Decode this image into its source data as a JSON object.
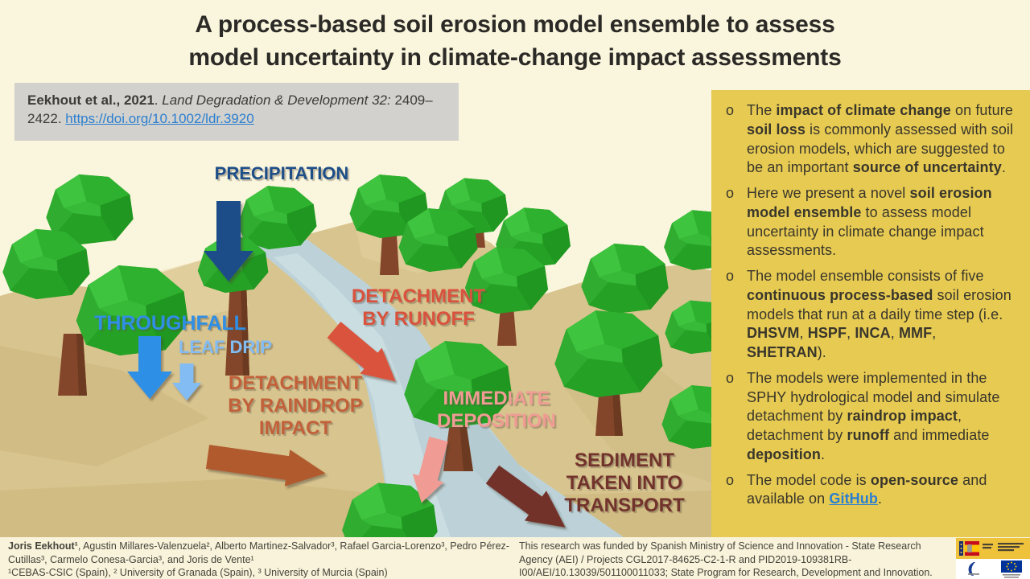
{
  "title": {
    "line1": "A process-based soil erosion model ensemble to assess",
    "line2": "model uncertainty in climate-change impact assessments"
  },
  "citation": {
    "segments": [
      {
        "t": "Eekhout et al., 2021",
        "b": true
      },
      {
        "t": ". "
      },
      {
        "t": "Land Degradation & Development 32:",
        "i": true
      },
      {
        "t": " 2409–2422. "
      },
      {
        "t": "https://doi.org/10.1002/ldr.3920",
        "link": true,
        "n": "doi-link"
      }
    ]
  },
  "scene": {
    "labels": {
      "precipitation": "PRECIPITATION",
      "throughfall": "THROUGHFALL",
      "leaf_drip": "LEAF DRIP",
      "detachment_runoff": [
        "DETACHMENT",
        "BY RUNOFF"
      ],
      "detachment_raindrop": [
        "DETACHMENT",
        "BY RAINDROP",
        "IMPACT"
      ],
      "immediate_deposition": [
        "IMMEDIATE",
        "DEPOSITION"
      ],
      "sediment_transport": [
        "SEDIMENT",
        "TAKEN INTO",
        "TRANSPORT"
      ]
    },
    "colors": {
      "precipitation": "#1d4e88",
      "throughfall": "#2f8fe6",
      "leaf_drip": "#82bcf2",
      "detachment_runoff": "#d9523e",
      "detachment_raindrop": "#c2603a",
      "immediate_deposition": "#f09c94",
      "sediment_transport": "#72332c",
      "tree_green": "#1f8f1f",
      "ground_tan": "#d8c48e",
      "river_blue": "#bcd2d8",
      "panel_yellow": "#e7ca52"
    }
  },
  "key_points": {
    "marker": "o",
    "bullets": [
      [
        {
          "t": "The "
        },
        {
          "t": "impact of climate change",
          "b": true
        },
        {
          "t": " on future "
        },
        {
          "t": "soil loss",
          "b": true
        },
        {
          "t": " is commonly assessed with soil erosion models, which are suggested to be an important "
        },
        {
          "t": "source of uncertainty",
          "b": true
        },
        {
          "t": "."
        }
      ],
      [
        {
          "t": "Here we present a novel "
        },
        {
          "t": "soil erosion model ensemble",
          "b": true
        },
        {
          "t": " to assess model uncertainty in climate change impact assessments."
        }
      ],
      [
        {
          "t": "The model ensemble consists of five "
        },
        {
          "t": "continuous process-based",
          "b": true
        },
        {
          "t": " soil erosion models that run at a daily time step (i.e. "
        },
        {
          "t": "DHSVM",
          "b": true
        },
        {
          "t": ", "
        },
        {
          "t": "HSPF",
          "b": true
        },
        {
          "t": ", "
        },
        {
          "t": "INCA",
          "b": true
        },
        {
          "t": ", "
        },
        {
          "t": "MMF",
          "b": true
        },
        {
          "t": ", "
        },
        {
          "t": "SHETRAN",
          "b": true
        },
        {
          "t": ")."
        }
      ],
      [
        {
          "t": "The models were implemented in the SPHY hydrological model and simulate detachment by "
        },
        {
          "t": "raindrop impact",
          "b": true
        },
        {
          "t": ", detachment by "
        },
        {
          "t": "runoff",
          "b": true
        },
        {
          "t": " and immediate "
        },
        {
          "t": "deposition",
          "b": true
        },
        {
          "t": "."
        }
      ],
      [
        {
          "t": "The model code is "
        },
        {
          "t": "open-source",
          "b": true
        },
        {
          "t": " and available on "
        },
        {
          "t": "GitHub",
          "b": true,
          "link": true,
          "n": "github-link"
        },
        {
          "t": "."
        }
      ]
    ]
  },
  "footer": {
    "authors_segments": [
      {
        "t": "Joris Eekhout¹",
        "b": true
      },
      {
        "t": ", Agustin Millares-Valenzuela², Alberto Martinez-Salvador³, Rafael Garcia-Lorenzo³, Pedro Pérez-Cutillas³, Carmelo Conesa-Garcia³, and Joris de Vente¹"
      }
    ],
    "affiliations": "¹CEBAS-CSIC (Spain), ² University of Granada (Spain), ³ University of Murcia (Spain)",
    "funding": "This research was funded by Spanish Ministry of Science and Innovation - State Research Agency (AEI) / Projects CGL2017-84625-C2-1-R and PID2019-109381RB-I00/AEI/10.13039/501100011033; State Program for Research, Development and Innovation.",
    "logos": [
      "spain-government",
      "aei",
      "eu-flag"
    ]
  }
}
